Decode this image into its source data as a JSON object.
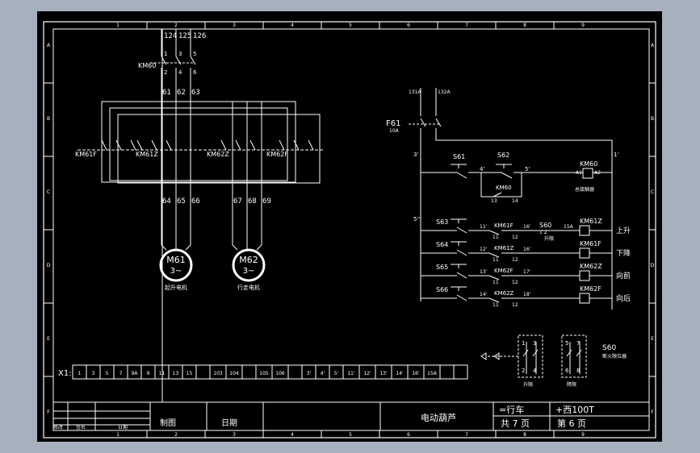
{
  "frame": {
    "columns": [
      "1",
      "2",
      "3",
      "4",
      "5",
      "6",
      "7",
      "8",
      "9"
    ],
    "rows": [
      "A",
      "B",
      "C",
      "D",
      "E",
      "F"
    ]
  },
  "colors": {
    "background": "#a7b1bd",
    "sheet": "#000000",
    "line": "#ffffff",
    "accent": "#cfe3ff"
  },
  "motor_circuit": {
    "supply_wires": [
      "124",
      "125",
      "126"
    ],
    "contactor_main": "KM60",
    "main_pins_top": [
      "1",
      "3",
      "5"
    ],
    "main_pins_bottom": [
      "2",
      "4",
      "6"
    ],
    "bus_wires": [
      "61",
      "62",
      "63"
    ],
    "contactors": [
      "KM61F",
      "KM61Z",
      "KM62Z",
      "KM62F"
    ],
    "motor1_wires": [
      "64",
      "65",
      "66"
    ],
    "motor2_wires": [
      "67",
      "68",
      "69"
    ],
    "motor1": {
      "name": "M61",
      "type": "3~",
      "label": "起升电机"
    },
    "motor2": {
      "name": "M62",
      "type": "3~",
      "label": "行走电机"
    }
  },
  "control_circuit": {
    "fuse": {
      "name": "F61",
      "rating": "10A",
      "wires": [
        "131A",
        "132A"
      ]
    },
    "node_labels": [
      "3'",
      "1'",
      "4'",
      "5'",
      "5''"
    ],
    "buttons": [
      "S61",
      "S62",
      "S63",
      "S64",
      "S65",
      "S66"
    ],
    "hold_contact": {
      "name": "KM60",
      "pins": [
        "13",
        "14"
      ]
    },
    "main_coil": {
      "name": "KM60",
      "a1": "A1",
      "a2": "A2",
      "label": "总接触器"
    },
    "rungs": [
      {
        "button": "S63",
        "wire_a": "11'",
        "interlock": "KM61F",
        "pins": [
          "11",
          "12"
        ],
        "wire_b": "16'",
        "limit": "S60",
        "limit_pins": "1 2",
        "limit_label": "升限",
        "wire_c": "15A",
        "coil": "KM61Z",
        "dir": "上升"
      },
      {
        "button": "S64",
        "wire_a": "12'",
        "interlock": "KM61Z",
        "pins": [
          "11",
          "12"
        ],
        "wire_b": "16'",
        "limit": "",
        "limit_pins": "",
        "limit_label": "",
        "wire_c": "",
        "coil": "KM61F",
        "dir": "下降"
      },
      {
        "button": "S65",
        "wire_a": "13'",
        "interlock": "KM62F",
        "pins": [
          "11",
          "12"
        ],
        "wire_b": "17'",
        "limit": "",
        "limit_pins": "",
        "limit_label": "",
        "wire_c": "",
        "coil": "KM62Z",
        "dir": "向前"
      },
      {
        "button": "S66",
        "wire_a": "14'",
        "interlock": "KM62Z",
        "pins": [
          "11",
          "12"
        ],
        "wire_b": "18'",
        "limit": "",
        "limit_pins": "",
        "limit_label": "",
        "wire_c": "",
        "coil": "KM62F",
        "dir": "向后"
      }
    ]
  },
  "limit_switch": {
    "name": "S60",
    "label": "断火限位器",
    "pins_left": [
      "1",
      "3",
      "2",
      "4"
    ],
    "pins_right": [
      "5",
      "7",
      "6",
      "8"
    ],
    "left_label": "升限",
    "right_label": "降限"
  },
  "terminal_strip": {
    "name": "X1:",
    "cells": [
      "1",
      "3",
      "5",
      "7",
      "9A",
      "9",
      "11",
      "13",
      "15",
      "",
      "103",
      "104",
      "",
      "105",
      "106",
      "",
      "3'",
      "4'",
      "5'",
      "11'",
      "12'",
      "13'",
      "14'",
      "16'",
      "15A",
      "",
      ""
    ]
  },
  "title_block": {
    "rev_headers": [
      "修改",
      "签名",
      "日期"
    ],
    "drawn": "制图",
    "date": "日期",
    "title": "电动葫芦",
    "location": "=行车",
    "code": "+西100T",
    "total_pages": "共 7 页",
    "page": "第 6 页"
  }
}
